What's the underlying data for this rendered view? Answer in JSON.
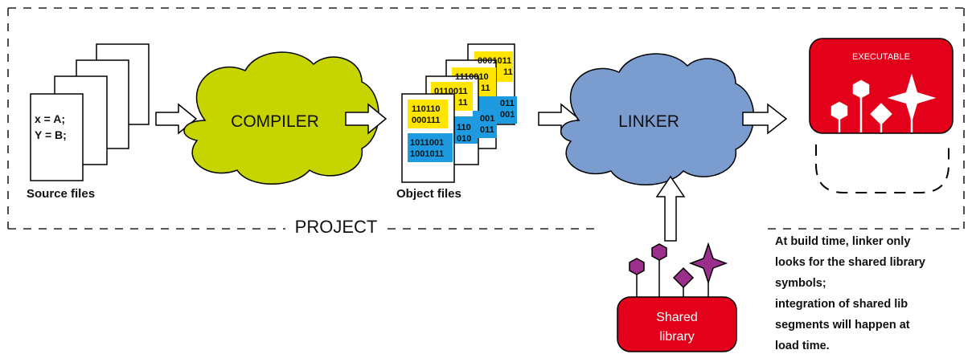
{
  "project_label": "PROJECT",
  "source_files": {
    "label": "Source files",
    "code_lines": [
      "x = A;",
      "Y = B;"
    ]
  },
  "compiler": {
    "label": "COMPILER"
  },
  "object_files": {
    "label": "Object files",
    "sheets": [
      {
        "yellow": [
          "0001011",
          "11"
        ],
        "blue": []
      },
      {
        "yellow": [
          "1110010",
          "11"
        ],
        "blue": [
          "011",
          "001"
        ]
      },
      {
        "yellow": [
          "0110011",
          "11"
        ],
        "blue": [
          "001",
          "011"
        ]
      },
      {
        "yellow": [
          "110110",
          "000111"
        ],
        "blue": [
          "1011001",
          "1001011"
        ]
      },
      {
        "yellow": [],
        "blue": [
          "110",
          "010"
        ]
      }
    ]
  },
  "linker": {
    "label": "LINKER"
  },
  "executable": {
    "label": "EXECUTABLE"
  },
  "shared_library": {
    "label_line1": "Shared",
    "label_line2": "library"
  },
  "note": {
    "lines": [
      "At build time, linker only",
      "looks for the shared library",
      "symbols;",
      "integration of shared lib",
      "segments will happen at",
      "load time."
    ]
  },
  "colors": {
    "compiler_fill": "#c6d400",
    "linker_fill": "#7b9ccf",
    "exec_red": "#e3001b",
    "yellow": "#ffe500",
    "blue": "#1e9be0",
    "purple": "#9b2f8c"
  }
}
